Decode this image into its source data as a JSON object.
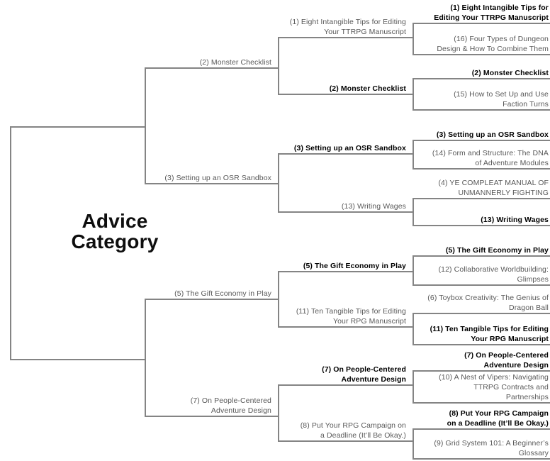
{
  "title": {
    "display": "Advice\nCategory"
  },
  "colors": {
    "background": "#ffffff",
    "line": "#848484",
    "label_text": "#595959",
    "winner_text": "#000000",
    "title_text": "#0e0e0e"
  },
  "bracket": {
    "rounds": [
      {
        "key": "round-of-16",
        "slots": [
          {
            "seed": 1,
            "winner": true,
            "label": "(1) Eight Intangible Tips for Editing Your TTRPG Manuscript",
            "wrap": [
              "(1) Eight Intangible Tips for",
              "Editing Your TTRPG Manuscript"
            ]
          },
          {
            "seed": 16,
            "winner": false,
            "label": "(16) Four Types of Dungeon Design & How To Combine Them",
            "wrap": [
              "(16) Four Types of Dungeon",
              "Design & How To Combine Them"
            ]
          },
          {
            "seed": 2,
            "winner": true,
            "label": "(2) Monster Checklist",
            "wrap": [
              "(2) Monster Checklist"
            ]
          },
          {
            "seed": 15,
            "winner": false,
            "label": "(15) How to Set Up and Use Faction Turns",
            "wrap": [
              "(15) How to Set Up and Use",
              "Faction Turns"
            ]
          },
          {
            "seed": 3,
            "winner": true,
            "label": "(3) Setting up an OSR Sandbox",
            "wrap": [
              "(3) Setting up an OSR Sandbox"
            ]
          },
          {
            "seed": 14,
            "winner": false,
            "label": "(14) Form and Structure: The DNA of Adventure Modules",
            "wrap": [
              "(14) Form and Structure: The DNA",
              "of Adventure Modules"
            ]
          },
          {
            "seed": 4,
            "winner": false,
            "label": "(4) YE COMPLEAT MANUAL OF UNMANNERLY FIGHTING",
            "wrap": [
              "(4) YE COMPLEAT MANUAL OF",
              "UNMANNERLY FIGHTING"
            ]
          },
          {
            "seed": 13,
            "winner": true,
            "label": "(13) Writing Wages",
            "wrap": [
              "(13) Writing Wages"
            ]
          },
          {
            "seed": 5,
            "winner": true,
            "label": "(5) The Gift Economy in Play",
            "wrap": [
              "(5) The Gift Economy in Play"
            ]
          },
          {
            "seed": 12,
            "winner": false,
            "label": "(12) Collaborative Worldbuilding: Glimpses",
            "wrap": [
              "(12) Collaborative Worldbuilding:",
              "Glimpses"
            ]
          },
          {
            "seed": 6,
            "winner": false,
            "label": "(6) Toybox Creativity: The Genius of Dragon Ball",
            "wrap": [
              "(6) Toybox Creativity: The Genius of",
              "Dragon Ball"
            ]
          },
          {
            "seed": 11,
            "winner": true,
            "label": "(11) Ten Tangible Tips for Editing Your RPG Manuscript",
            "wrap": [
              "(11) Ten Tangible Tips for Editing",
              "Your RPG Manuscript"
            ]
          },
          {
            "seed": 7,
            "winner": true,
            "label": "(7) On People-Centered Adventure Design",
            "wrap": [
              "(7) On People-Centered",
              "Adventure Design"
            ]
          },
          {
            "seed": 10,
            "winner": false,
            "label": "(10) A Nest of Vipers: Navigating TTRPG Contracts and Partnerships",
            "wrap": [
              "(10) A Nest of Vipers: Navigating",
              "TTRPG Contracts and",
              "Partnerships"
            ]
          },
          {
            "seed": 8,
            "winner": true,
            "label": "(8) Put Your RPG Campaign on a Deadline (It’ll Be Okay.)",
            "wrap": [
              "(8) Put Your RPG Campaign",
              "on a Deadline (It’ll Be Okay.)"
            ]
          },
          {
            "seed": 9,
            "winner": false,
            "label": "(9) Grid System 101: A Beginner’s Glossary",
            "wrap": [
              "(9) Grid System 101: A Beginner’s",
              "Glossary"
            ]
          }
        ]
      },
      {
        "key": "quarterfinals",
        "slots": [
          {
            "seed": 1,
            "winner": false,
            "label": "(1) Eight Intangible Tips for Editing Your TTRPG Manuscript",
            "wrap": [
              "(1) Eight Intangible Tips for Editing",
              "Your TTRPG Manuscript"
            ]
          },
          {
            "seed": 2,
            "winner": true,
            "label": "(2) Monster Checklist",
            "wrap": [
              "(2) Monster Checklist"
            ]
          },
          {
            "seed": 3,
            "winner": true,
            "label": "(3) Setting up an OSR Sandbox",
            "wrap": [
              "(3) Setting up an OSR Sandbox"
            ]
          },
          {
            "seed": 13,
            "winner": false,
            "label": "(13) Writing Wages",
            "wrap": [
              "(13) Writing Wages"
            ]
          },
          {
            "seed": 5,
            "winner": true,
            "label": "(5) The Gift Economy in Play",
            "wrap": [
              "(5) The Gift Economy in Play"
            ]
          },
          {
            "seed": 11,
            "winner": false,
            "label": "(11) Ten Tangible Tips for Editing Your RPG Manuscript",
            "wrap": [
              "(11) Ten Tangible Tips for Editing",
              "Your RPG Manuscript"
            ]
          },
          {
            "seed": 7,
            "winner": true,
            "label": "(7) On People-Centered Adventure Design",
            "wrap": [
              "(7) On People-Centered",
              "Adventure Design"
            ]
          },
          {
            "seed": 8,
            "winner": false,
            "label": "(8) Put Your RPG Campaign on a Deadline (It’ll Be Okay.)",
            "wrap": [
              "(8) Put Your RPG Campaign on",
              "a Deadline (It’ll Be Okay.)"
            ]
          }
        ]
      },
      {
        "key": "semifinals",
        "slots": [
          {
            "seed": 2,
            "winner": false,
            "label": "(2) Monster Checklist",
            "wrap": [
              "(2) Monster Checklist"
            ]
          },
          {
            "seed": 3,
            "winner": false,
            "label": "(3) Setting up an OSR Sandbox",
            "wrap": [
              "(3) Setting up an OSR Sandbox"
            ]
          },
          {
            "seed": 5,
            "winner": false,
            "label": "(5) The Gift Economy in Play",
            "wrap": [
              "(5) The Gift Economy in Play"
            ]
          },
          {
            "seed": 7,
            "winner": false,
            "label": "(7) On People-Centered Adventure Design",
            "wrap": [
              "(7) On People-Centered",
              "Adventure Design"
            ]
          }
        ]
      }
    ]
  }
}
